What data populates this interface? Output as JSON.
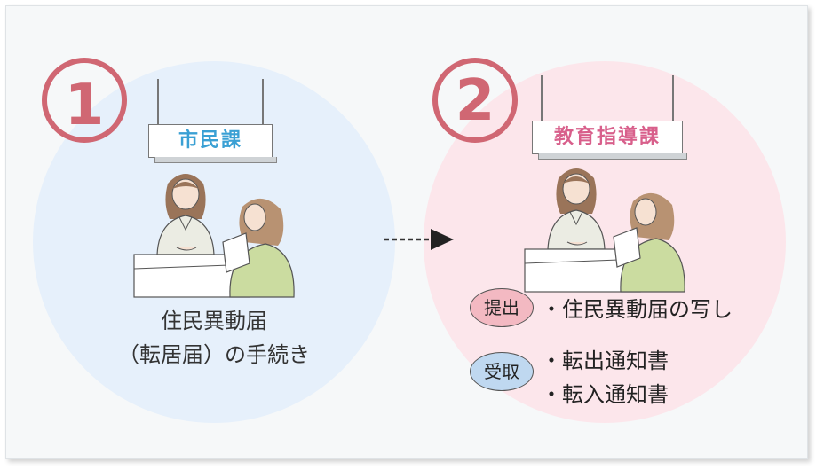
{
  "step1": {
    "number": "1",
    "sign": "市民課",
    "caption_line1": "住民異動届",
    "caption_line2": "（転居届）の手続き"
  },
  "step2": {
    "number": "2",
    "sign": "教育指導課",
    "submit_badge": "提出",
    "submit_item": "・住民異動届の写し",
    "receive_badge": "受取",
    "receive_items": [
      "・転出通知書",
      "・転入通知書"
    ]
  },
  "colors": {
    "panel1": "#e6f0fb",
    "panel2": "#fce6eb",
    "step_number": "#d06773",
    "sign1_text": "#3aa0d4",
    "sign2_text": "#d85f8b",
    "submit_badge": "#f3b9c2",
    "receive_badge": "#bfd8f0"
  },
  "icons": [
    "counter-clerk-illustration",
    "visitor-with-document-illustration",
    "dashed-arrow-icon"
  ]
}
